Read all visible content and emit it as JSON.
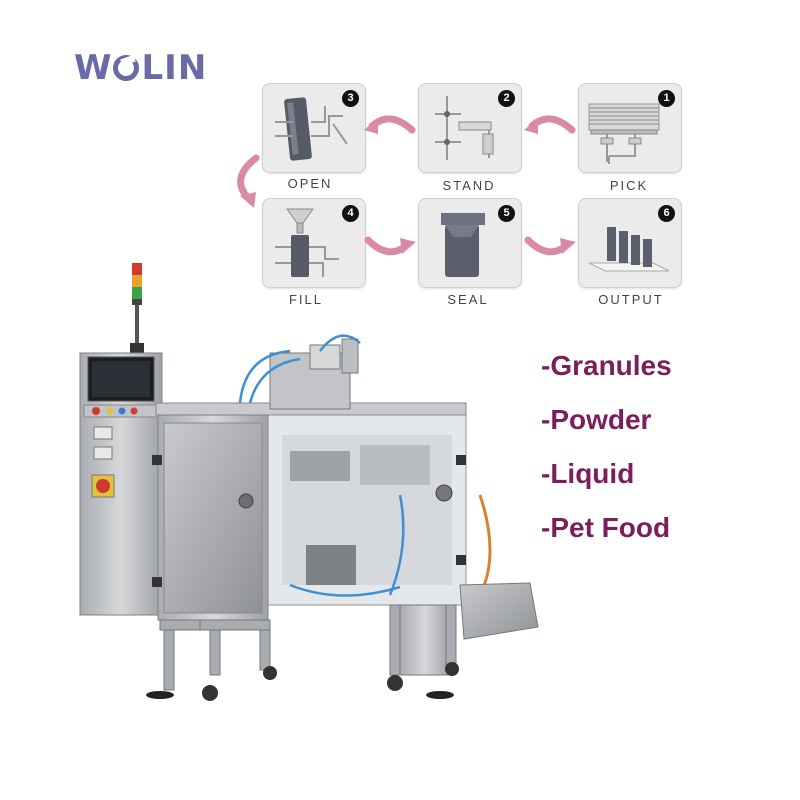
{
  "brand": {
    "logo_text_w": "W",
    "logo_text_rest": "LIN",
    "color": "#6b6aa8"
  },
  "process_steps": [
    {
      "number": "1",
      "label": "PICK"
    },
    {
      "number": "2",
      "label": "STAND"
    },
    {
      "number": "3",
      "label": "OPEN"
    },
    {
      "number": "4",
      "label": "FILL"
    },
    {
      "number": "5",
      "label": "SEAL"
    },
    {
      "number": "6",
      "label": "OUTPUT"
    }
  ],
  "arrow_color": "#d98aa9",
  "products": [
    "-Granules",
    "-Powder",
    "-Liquid",
    "-Pet Food"
  ],
  "product_text_color": "#7a1f5c",
  "machine": {
    "image": "stainless-steel-pouch-packing-machine"
  }
}
